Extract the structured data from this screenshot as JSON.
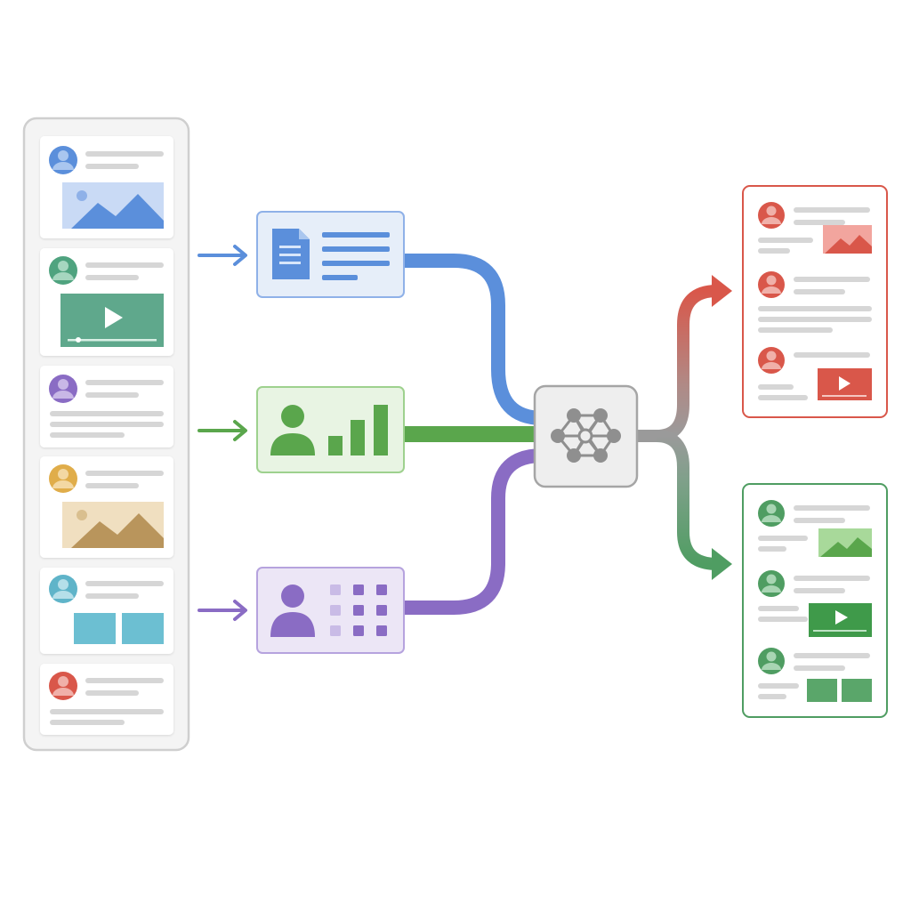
{
  "colors": {
    "blue": "#5b8fdb",
    "green": "#5aa64c",
    "purple": "#8a6cc4",
    "red": "#d9574a",
    "dark_green": "#4f9d62",
    "gray": "#8f8f8f",
    "yellow": "#e0ad4a",
    "teal": "#5fb4c9",
    "panel_border": "#cfcfcf",
    "line_gray": "#d6d6d6"
  },
  "feed": {
    "posts": [
      {
        "avatar_color": "#5b8fdb",
        "media": "image-icon"
      },
      {
        "avatar_color": "#4fa37f",
        "media": "video-icon"
      },
      {
        "avatar_color": "#8a6cc4",
        "media": "text"
      },
      {
        "avatar_color": "#e0ad4a",
        "media": "image-icon"
      },
      {
        "avatar_color": "#5fb4c9",
        "media": "two-tiles"
      },
      {
        "avatar_color": "#d9574a",
        "media": "text"
      }
    ]
  },
  "signals": [
    {
      "id": "content",
      "icon": "document-icon",
      "color": "#5b8fdb"
    },
    {
      "id": "engagement",
      "icon": "user-bar-chart-icon",
      "color": "#5aa64c"
    },
    {
      "id": "user-profile",
      "icon": "user-grid-icon",
      "color": "#8a6cc4"
    }
  ],
  "model": {
    "icon": "neural-network-icon"
  },
  "outputs": [
    {
      "id": "ranked-feed-red",
      "color": "#d9574a",
      "items": [
        "image-icon",
        "text",
        "video-icon"
      ]
    },
    {
      "id": "ranked-feed-green",
      "color": "#4f9d62",
      "items": [
        "image-icon",
        "video-icon",
        "two-tiles"
      ]
    }
  ]
}
